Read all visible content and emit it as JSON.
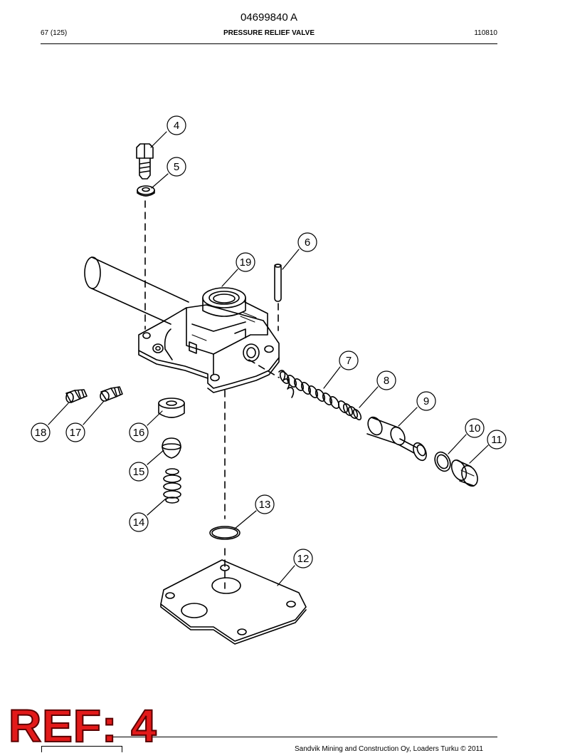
{
  "header": {
    "doc_number": "04699840 A",
    "page": "67 (125)",
    "title": "PRESSURE RELIEF VALVE",
    "code": "110810"
  },
  "callouts": [
    {
      "id": "callout-4",
      "label": "4"
    },
    {
      "id": "callout-5",
      "label": "5"
    },
    {
      "id": "callout-6",
      "label": "6"
    },
    {
      "id": "callout-19",
      "label": "19"
    },
    {
      "id": "callout-7",
      "label": "7"
    },
    {
      "id": "callout-8",
      "label": "8"
    },
    {
      "id": "callout-9",
      "label": "9"
    },
    {
      "id": "callout-10",
      "label": "10"
    },
    {
      "id": "callout-11",
      "label": "11"
    },
    {
      "id": "callout-18",
      "label": "18"
    },
    {
      "id": "callout-17",
      "label": "17"
    },
    {
      "id": "callout-16",
      "label": "16"
    },
    {
      "id": "callout-15",
      "label": "15"
    },
    {
      "id": "callout-14",
      "label": "14"
    },
    {
      "id": "callout-13",
      "label": "13"
    },
    {
      "id": "callout-12",
      "label": "12"
    }
  ],
  "stamp": {
    "text": "REF: 4",
    "color": "#e21a1a"
  },
  "footer": {
    "text": "Sandvik Mining and Construction Oy, Loaders Turku © 2011"
  }
}
